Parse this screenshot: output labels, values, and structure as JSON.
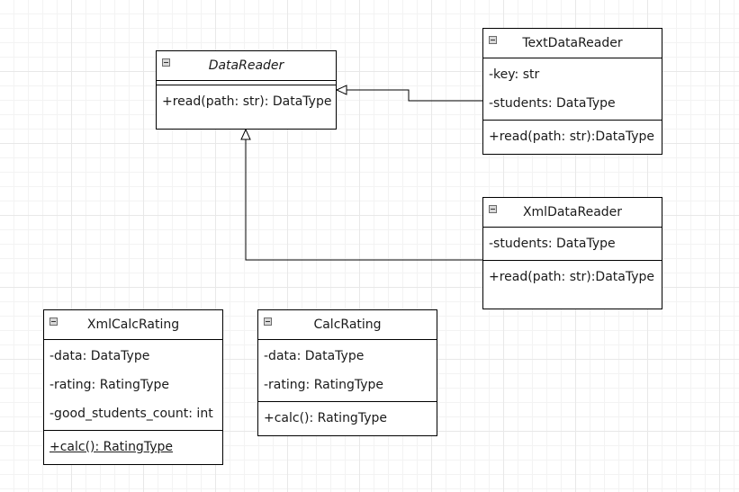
{
  "classes": {
    "data_reader": {
      "name": "DataReader",
      "attributes": [],
      "methods": [
        "+read(path: str): DataType"
      ]
    },
    "text_data_reader": {
      "name": "TextDataReader",
      "attributes": [
        "-key: str",
        "-students: DataType"
      ],
      "methods": [
        "+read(path: str):DataType"
      ]
    },
    "xml_data_reader": {
      "name": "XmlDataReader",
      "attributes": [
        "-students: DataType"
      ],
      "methods": [
        "+read(path: str):DataType"
      ]
    },
    "xml_calc_rating": {
      "name": "XmlCalcRating",
      "attributes": [
        "-data: DataType",
        "-rating: RatingType",
        "-good_students_count: int"
      ],
      "methods": [
        "+calc(): RatingType"
      ]
    },
    "calc_rating": {
      "name": "CalcRating",
      "attributes": [
        "-data: DataType",
        "-rating: RatingType"
      ],
      "methods": [
        "+calc(): RatingType"
      ]
    }
  },
  "relations": [
    {
      "from": "TextDataReader",
      "to": "DataReader",
      "type": "generalization"
    },
    {
      "from": "XmlDataReader",
      "to": "DataReader",
      "type": "generalization"
    }
  ]
}
